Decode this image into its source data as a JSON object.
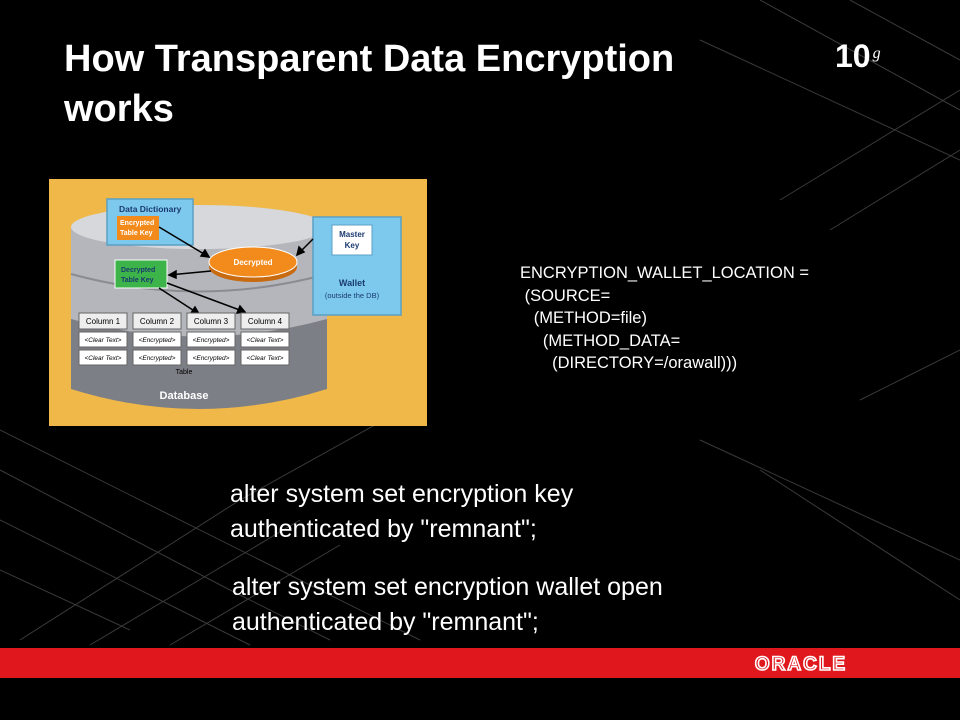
{
  "slide": {
    "title": "How Transparent Data Encryption\nworks",
    "version_logo": {
      "main": "10",
      "suffix": "g"
    },
    "diagram": {
      "data_dictionary": "Data Dictionary",
      "encrypted_table_key": [
        "Encrypted",
        "Table Key"
      ],
      "decrypted_table_key": [
        "Decrypted",
        "Table Key"
      ],
      "decrypted": "Decrypted",
      "master_key": [
        "Master",
        "Key"
      ],
      "wallet": "Wallet",
      "wallet_note": "(outside the DB)",
      "columns": [
        "Column 1",
        "Column 2",
        "Column 3",
        "Column 4"
      ],
      "rows": [
        [
          "<Clear Text>",
          "<Encrypted>",
          "<Encrypted>",
          "<Clear Text>"
        ],
        [
          "<Clear Text>",
          "<Encrypted>",
          "<Encrypted>",
          "<Clear Text>"
        ]
      ],
      "table_label": "Table",
      "database_label": "Database"
    },
    "wallet_config": "ENCRYPTION_WALLET_LOCATION =\n (SOURCE=\n   (METHOD=file)\n     (METHOD_DATA=\n       (DIRECTORY=/orawall)))",
    "command_1": "alter system set encryption key\nauthenticated by \"remnant\";",
    "command_2": "alter system set encryption wallet open\nauthenticated by \"remnant\";",
    "footer_logo": "ORACLE",
    "colors": {
      "background": "#000000",
      "footer": "#e0171c",
      "diagram_bg": "#efb848",
      "decrypted": "#f28a1c",
      "panel_blue": "#7dc9ee",
      "panel_green": "#3cb449"
    }
  }
}
